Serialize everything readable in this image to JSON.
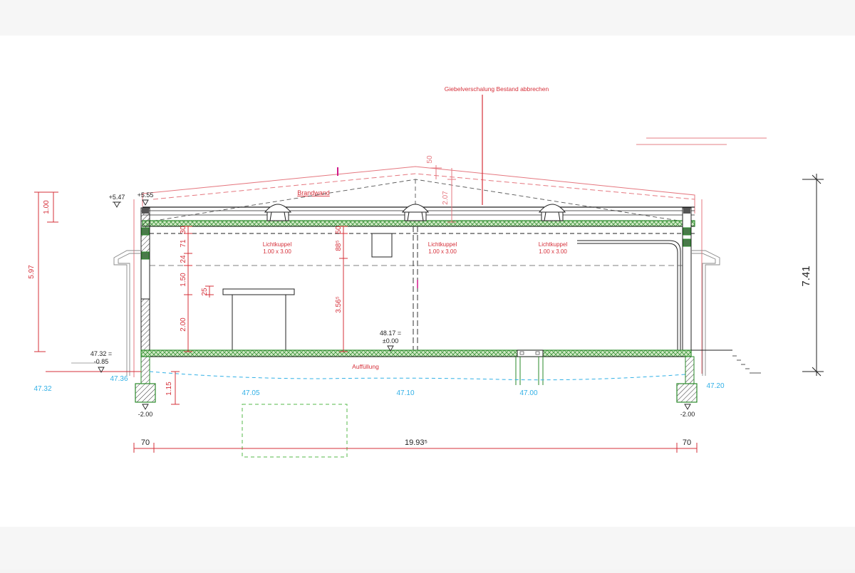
{
  "annotations": {
    "giebel_note": "Giebelverschalung Bestand abbrechen",
    "brandwand": "Brandwand",
    "auffuellung": "Auffüllung"
  },
  "skylights": [
    {
      "name": "Lichtkuppel",
      "size": "1.00 x 3.00"
    },
    {
      "name": "Lichtkuppel",
      "size": "1.00 x 3.00"
    },
    {
      "name": "Lichtkuppel",
      "size": "1.00 x 3.00"
    }
  ],
  "levels": {
    "top_left": "+5.47",
    "top_left2": "+5.55",
    "outside_level": "47.32 =",
    "outside_rel": "-0.85",
    "floor_level": "48.17 =",
    "floor_rel": "±0.00",
    "footing_left": "-2.00",
    "footing_right": "-2.00"
  },
  "ground_elevations": {
    "left_outer": "47.32",
    "left_inner": "47.36",
    "g1": "47.05",
    "g2": "47.10",
    "g3": "47.00",
    "right": "47.20"
  },
  "dimensions": {
    "left_outer_total": "5.97",
    "left_outer_top": "1.00",
    "left_30": "30",
    "left_71": "71",
    "left_24": "24",
    "left_150": "1.50",
    "left_25": "25",
    "left_200": "2.00",
    "mid_50": "50",
    "mid_88": "88⁵",
    "mid_356": "3.56⁵",
    "ridge_50": "50",
    "ridge_207": "2.07",
    "footing_115": "1.15",
    "total_height": "7.41",
    "bottom_left": "70",
    "bottom_center": "19.93⁵",
    "bottom_right": "70"
  }
}
